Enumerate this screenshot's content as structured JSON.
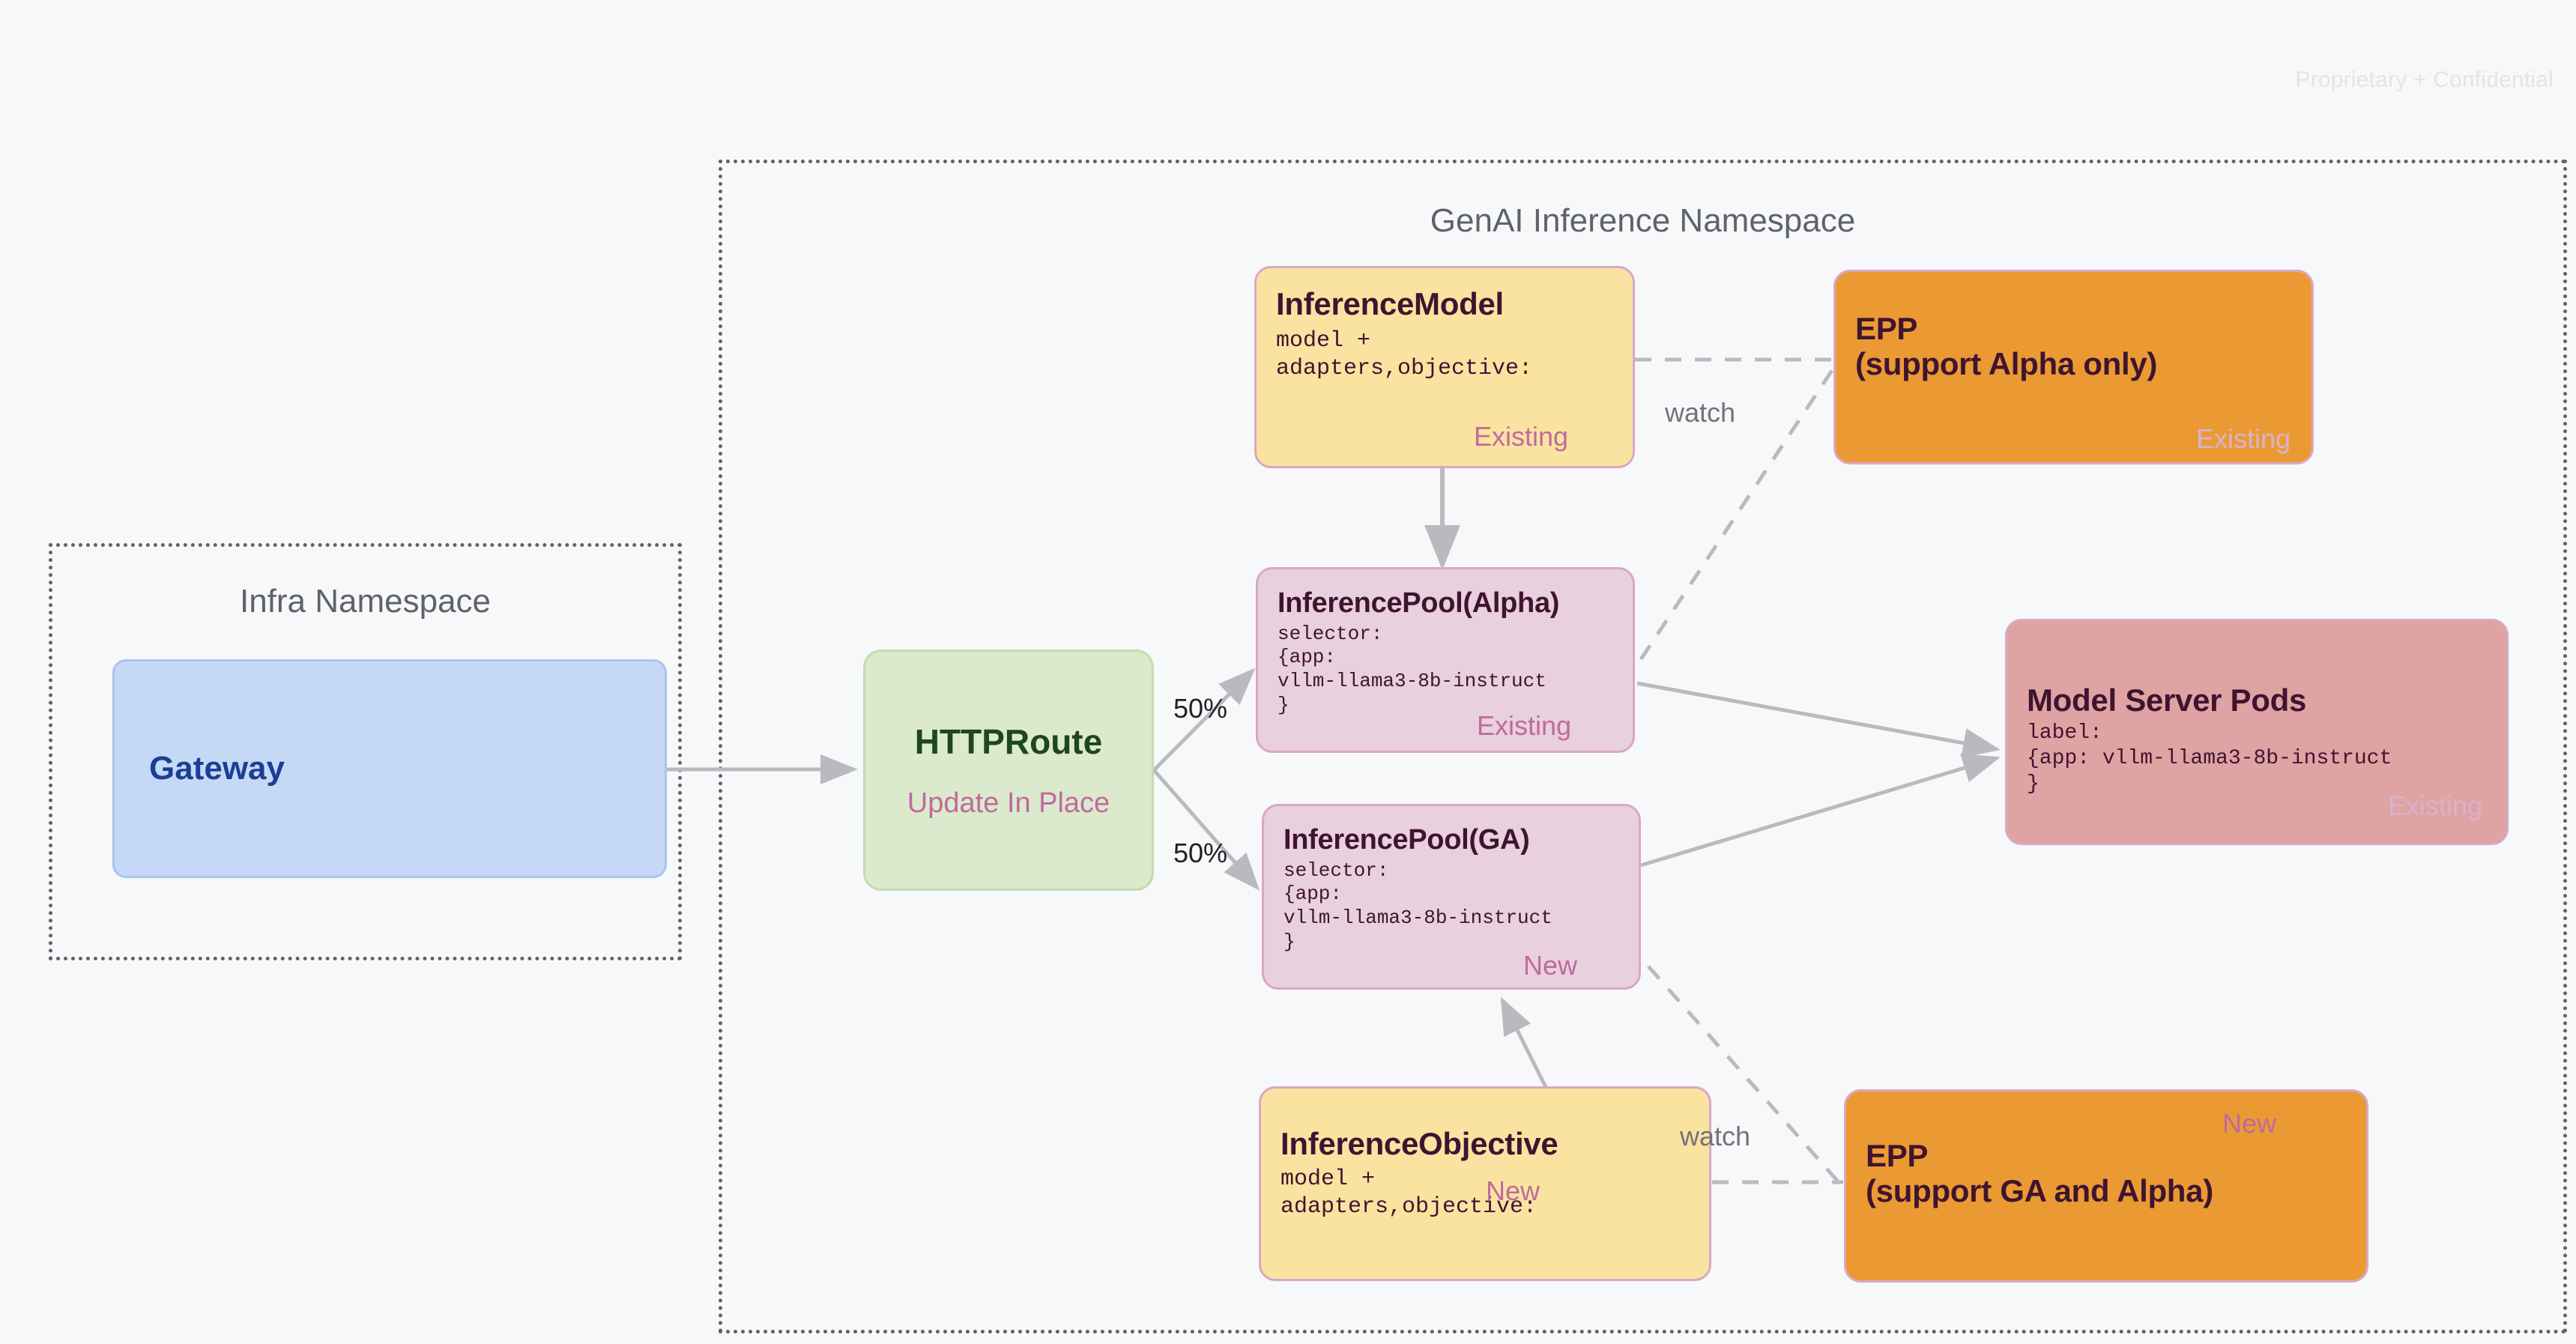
{
  "page": {
    "confidential_notice": "Proprietary + Confidential"
  },
  "namespaces": [
    {
      "id": "infra",
      "title": "Infra Namespace"
    },
    {
      "id": "genai",
      "title": "GenAI Inference Namespace"
    }
  ],
  "nodes": {
    "gateway": {
      "title": "Gateway"
    },
    "httproute": {
      "title": "HTTPRoute",
      "subtitle": "Update In Place"
    },
    "inference_model": {
      "title": "InferenceModel",
      "body": "model +\nadapters,objective:",
      "badge": "Existing"
    },
    "inference_pool_alpha": {
      "title": "InferencePool(Alpha)",
      "body": "selector:\n{app:\nvllm-llama3-8b-instruct\n}",
      "badge": "Existing"
    },
    "inference_pool_ga": {
      "title": "InferencePool(GA)",
      "body": "selector:\n{app:\nvllm-llama3-8b-instruct\n}",
      "badge": "New"
    },
    "inference_objective": {
      "title": "InferenceObjective",
      "body": "model +\nadapters,objective:",
      "badge": "New"
    },
    "epp_alpha": {
      "title": "EPP\n(support Alpha only)",
      "title_line1": "EPP",
      "title_line2": "(support Alpha only)",
      "badge": "Existing"
    },
    "epp_ga": {
      "title_line1": "EPP",
      "title_line2": "(support GA and Alpha)",
      "badge": "New"
    },
    "model_server_pods": {
      "title": "Model Server Pods",
      "body": "label:\n{app: vllm-llama3-8b-instruct\n}",
      "badge": "Existing"
    }
  },
  "edges": {
    "split_top_label": "50%",
    "split_bottom_label": "50%",
    "watch_top_label": "watch",
    "watch_bottom_label": "watch"
  },
  "colors": {
    "background": "#f7f8fa",
    "yellow": "#fae3a0",
    "pink": "#e8d0dd",
    "orange": "#eb9a33",
    "salmon": "#e0a3a3",
    "blue": "#c5d9f7",
    "green": "#dbeacd",
    "node_border": "#d8a8c4",
    "badge": "#c06a9e",
    "namespace_border": "#5f6368",
    "connector": "#b0b3b6",
    "title_text": "#3f1430"
  }
}
